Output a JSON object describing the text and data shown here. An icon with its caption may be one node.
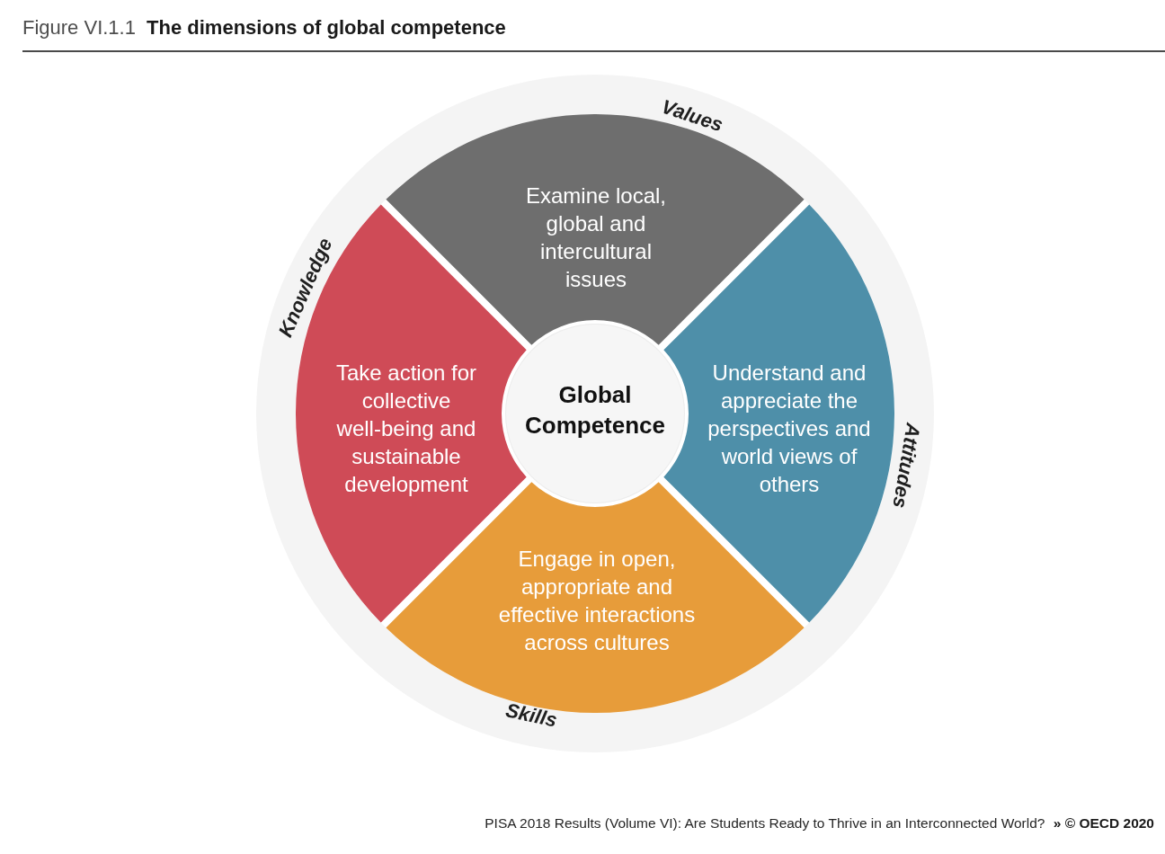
{
  "diagram": {
    "title": "Figure VI.1.1 **The dimensions of global competence**",
    "caption": "PISA 2018 Results (Volume VI): Are Students Ready to Thrive in an Interconnected World? **» © OECD 2020**",
    "nodes": [
      {
        "text": [
          "Values",
          "Knowledge",
          "Attitudes",
          "Skills"
        ]
      },
      {
        "text": [
          "Examine local, global and intercultural issues"
        ],
        "in": 0
      },
      {
        "text": [
          "Take action for collective well-being and sustainable development"
        ],
        "in": 0
      },
      {
        "text": [
          "Global Competence"
        ],
        "in": 0
      },
      {
        "text": [
          "Understand and appreciate the perspectives and world views of others"
        ],
        "in": 0
      },
      {
        "text": [
          "Engage in open, appropriate and effective interactions across cultures"
        ],
        "in": 0
      }
    ]
  }
}
